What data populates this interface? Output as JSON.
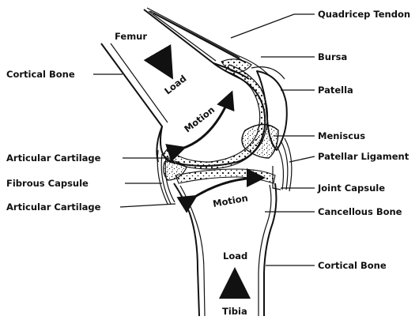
{
  "labels": {
    "quadricep_tendon": "Quadricep Tendon",
    "bursa": "Bursa",
    "patella": "Patella",
    "meniscus": "Meniscus",
    "patellar_ligament": "Patellar Ligament",
    "joint_capsule": "Joint Capsule",
    "cancellous_bone": "Cancellous Bone",
    "cortical_bone_right": "Cortical Bone",
    "cortical_bone_left": "Cortical Bone",
    "articular_cartilage_upper": "Articular Cartilage",
    "fibrous_capsule": "Fibrous Capsule",
    "articular_cartilage_lower": "Articular Cartilage",
    "femur": "Femur",
    "tibia": "Tibia",
    "load_upper": "Load",
    "load_lower": "Load",
    "motion_upper": "Motion",
    "motion_lower": "Motion"
  }
}
